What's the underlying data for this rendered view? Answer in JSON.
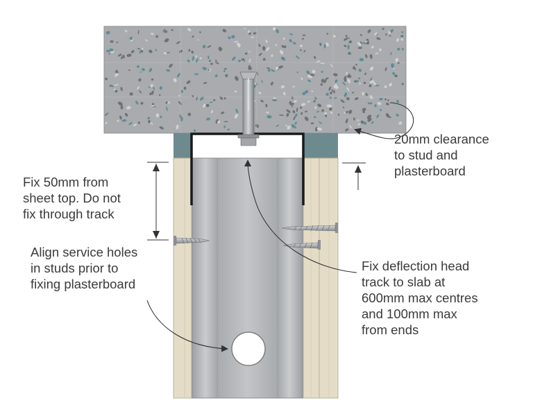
{
  "callouts": {
    "clearance": [
      "20mm clearance",
      "to stud and",
      "plasterboard"
    ],
    "fix_50mm": [
      "Fix 50mm from",
      "sheet top. Do not",
      "fix through track"
    ],
    "align_holes": [
      "Align service holes",
      "in studs prior to",
      "fixing plasterboard"
    ],
    "deflection_track": [
      "Fix deflection head",
      "track to slab at",
      "600mm max centres",
      "and 100mm max",
      "from ends"
    ]
  },
  "colors": {
    "concrete": "#a9abae",
    "concrete_speckle_dark": "#6f7275",
    "concrete_speckle_teal": "#5f8c98",
    "concrete_speckle_light": "#cfd1d3",
    "plasterboard": "#e4dcc6",
    "stud_steel": "#b9bcbf",
    "head_track": "#1a1a1a",
    "clearance_gap": "#6d8a8f",
    "annotation_line": "#333333",
    "text": "#3a3a3a"
  }
}
